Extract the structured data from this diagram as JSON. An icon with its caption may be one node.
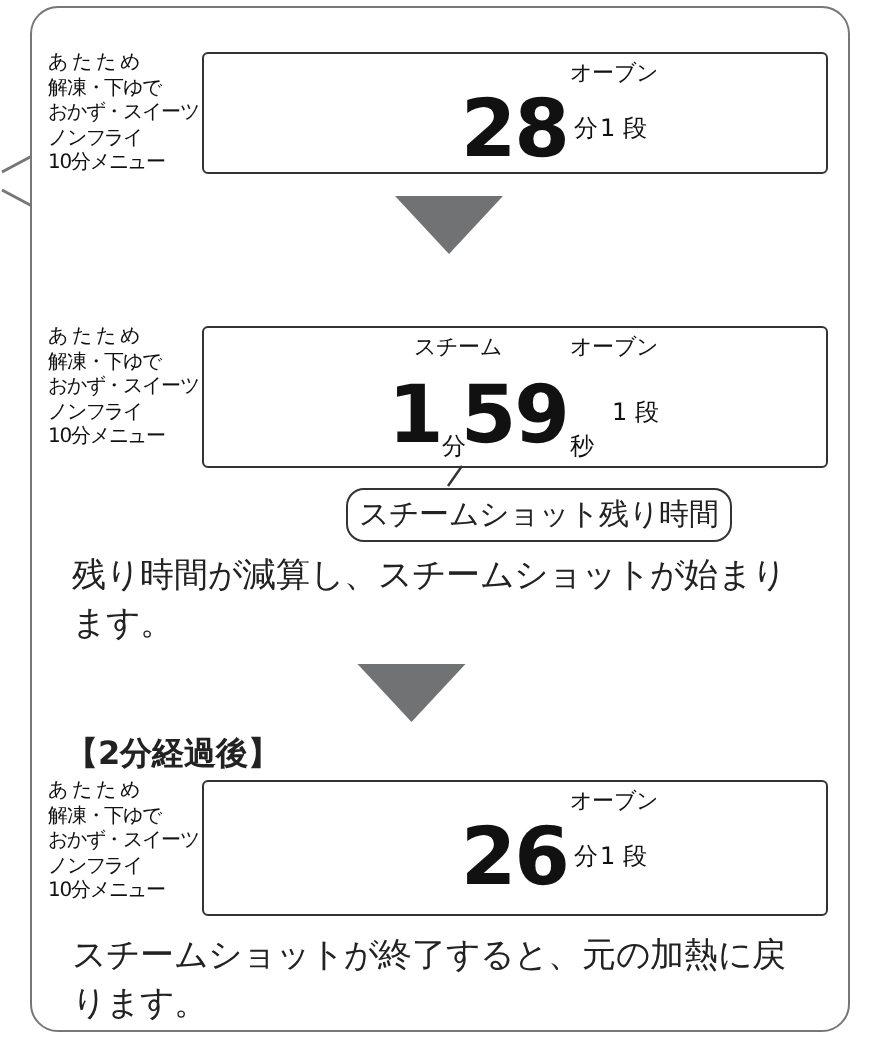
{
  "diagram": {
    "nodes": [
      {
        "text": [
          "スチームショットが終了すると、元の加熱に戻ります。"
        ]
      },
      {
        "text": [
          "オーブン",
          "28",
          "分",
          "1 段"
        ],
        "in": 0,
        "beside": [
          "あ た た め",
          "解凍・下ゆで",
          "おかず・スイーツ",
          "ノンフライ",
          "10分メニュー"
        ]
      },
      {
        "text": [
          "スチーム",
          "オーブン",
          "1",
          "分",
          "59",
          "秒",
          "1 段"
        ],
        "in": 0,
        "beside": [
          "あ た た め",
          "解凍・下ゆで",
          "おかず・スイーツ",
          "ノンフライ",
          "10分メニュー"
        ]
      },
      {
        "text": [
          "スチームショット残り時間"
        ],
        "in": 0
      },
      {
        "text": [
          "残り時間が減算し、スチームショットが始まります。"
        ],
        "in": 0
      },
      {
        "text": [
          "【2分経過後】",
          "オーブン",
          "26",
          "分",
          "1 段"
        ],
        "in": 0,
        "beside": [
          "あ た た め",
          "解凍・下ゆで",
          "おかず・スイーツ",
          "ノンフライ",
          "10分メニュー"
        ]
      }
    ],
    "edges": [
      {
        "from": 1,
        "to": 2,
        "arrow": "to"
      },
      {
        "from": 4,
        "to": 5,
        "arrow": "to"
      },
      {
        "from": 3,
        "to": 2,
        "arrow": "none"
      }
    ]
  }
}
